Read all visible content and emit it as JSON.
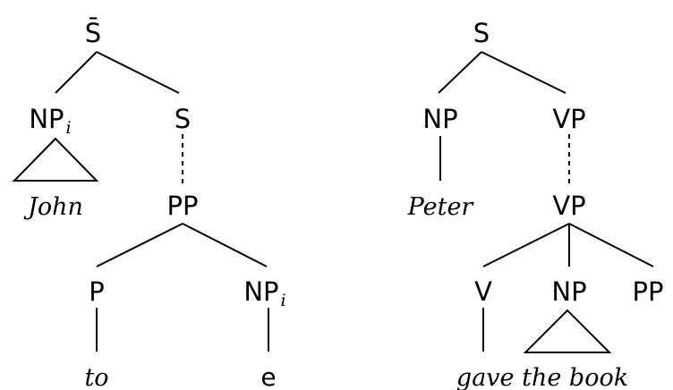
{
  "trees": [
    {
      "id": "left",
      "nodes": {
        "sbar": {
          "label": "S̄"
        },
        "np_i": {
          "label": "NP",
          "sub": "i"
        },
        "s": {
          "label": "S"
        },
        "john": {
          "label": "John"
        },
        "pp": {
          "label": "PP"
        },
        "p": {
          "label": "P"
        },
        "np_i2": {
          "label": "NP",
          "sub": "i"
        },
        "to": {
          "label": "to"
        },
        "e": {
          "label": "e"
        }
      }
    },
    {
      "id": "right",
      "nodes": {
        "s": {
          "label": "S"
        },
        "np": {
          "label": "NP"
        },
        "vp": {
          "label": "VP"
        },
        "peter": {
          "label": "Peter"
        },
        "vp2": {
          "label": "VP"
        },
        "v": {
          "label": "V"
        },
        "np2": {
          "label": "NP"
        },
        "pp": {
          "label": "PP"
        },
        "gave": {
          "label": "gave the book"
        }
      }
    }
  ]
}
